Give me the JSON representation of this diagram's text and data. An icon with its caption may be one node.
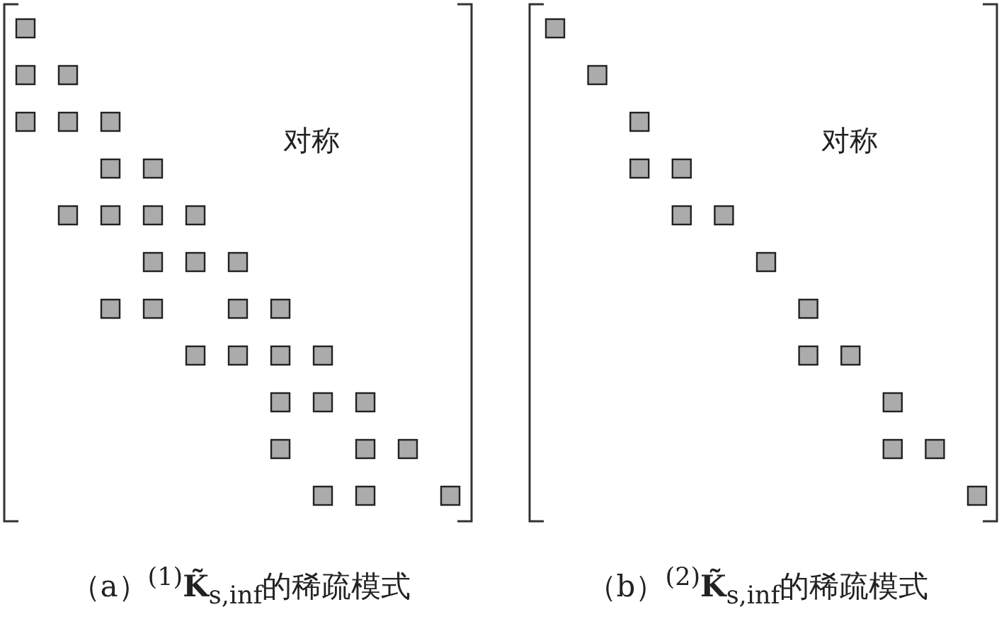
{
  "diagram": {
    "labels": [
      "对称",
      "对称",
      "（a）$^{(1)}$**K̃**$_{s,inf}$的稀疏模式",
      "（b）$^{(2)}$**K̃**$_{s,inf}$的稀疏模式"
    ]
  }
}
